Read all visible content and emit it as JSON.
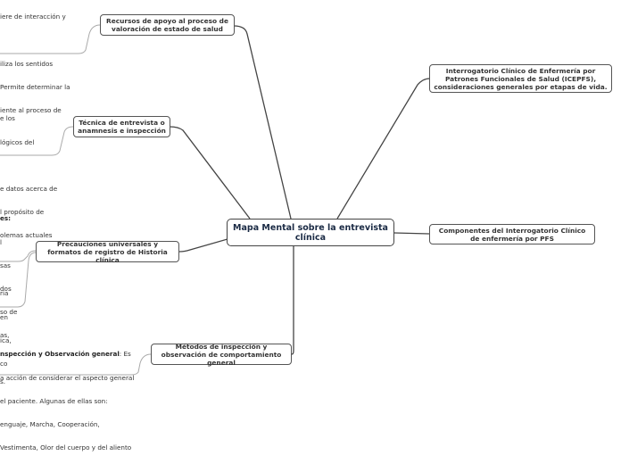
{
  "central": {
    "title": "Mapa Mental sobre la entrevista clínica"
  },
  "nodes": [
    {
      "id": "recursos",
      "label": "Recursos de apoyo al proceso de valoración de estado de salud"
    },
    {
      "id": "tecnica",
      "label": "Técnica de entrevista o anamnesis e inspección"
    },
    {
      "id": "precauciones",
      "label": "Precauciones universales y formatos de registro de Historia clínica"
    },
    {
      "id": "metodos",
      "label": "Métodos de inspección y observación de comportamiento general"
    },
    {
      "id": "icepfs",
      "label": "Interrogatorio Clínico de Enfermería por Patrones Funcionales de Salud (ICEPFS), consideraciones generales por etapas de vida."
    },
    {
      "id": "componentes",
      "label": "Componentes del Interrogatorio Clínico de enfermería por PFS"
    }
  ],
  "notes": {
    "recursos": [
      "iere de interacción y",
      "",
      "iliza los sentidos",
      "Permite determinar la",
      "iente al proceso de"
    ],
    "tecnica": [
      "e los",
      "lógicos del",
      "",
      "e datos acerca de",
      "l propósito de",
      "olemas actuales"
    ],
    "precauciones_top": [
      "es:",
      "l",
      "sas",
      "dos",
      "so de",
      "as,",
      "",
      "s."
    ],
    "precauciones_bottom": [
      "ria",
      "en",
      "ica,",
      "co"
    ],
    "metodos": {
      "heading": "nspección y Observación general",
      "first_line_rest": ": Es",
      "lines": [
        "a acción de considerar el aspecto general",
        "el paciente. Algunas de ellas son:",
        "enguaje, Marcha, Cooperación,",
        "Vestimenta, Olor del cuerpo y del aliento"
      ]
    }
  }
}
